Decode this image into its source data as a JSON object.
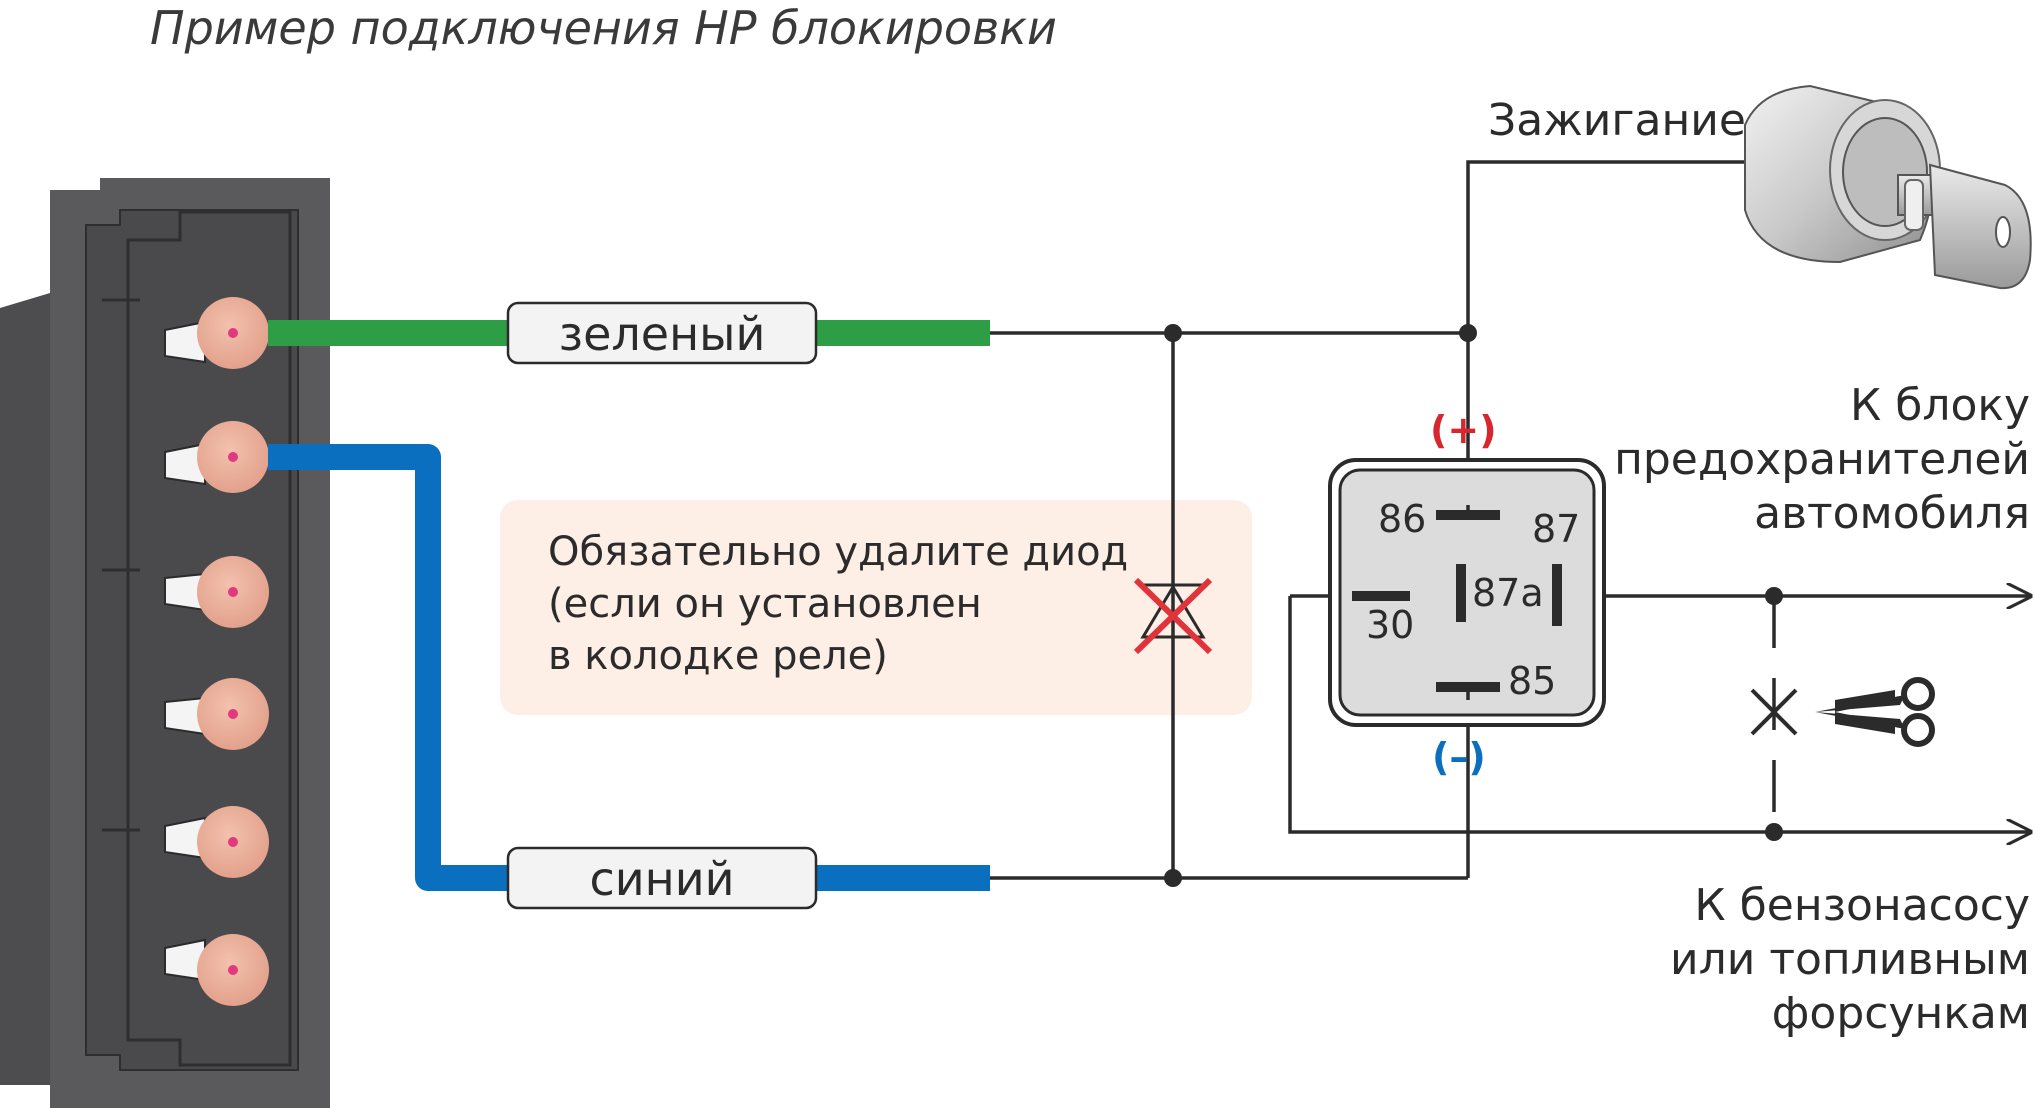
{
  "title": "Пример подключения НР блокировки",
  "wires": {
    "green_label": "зеленый",
    "blue_label": "синий",
    "green_color": "#2e9e46",
    "blue_color": "#0a6fbe"
  },
  "note": {
    "line1": "Обязательно удалите диод",
    "line2": "(если он установлен",
    "line3": "в колодке реле)",
    "background": "#fdeee6"
  },
  "ignition_label": "Зажигание",
  "relay": {
    "pin86": "86",
    "pin87": "87",
    "pin87a": "87a",
    "pin30": "30",
    "pin85": "85",
    "plus_mark": "(+)",
    "minus_mark": "(–)",
    "plus_color": "#d6262e",
    "minus_color": "#0a6fbe"
  },
  "fuse_block_label": {
    "line1": "К блоку",
    "line2": "предохранителей",
    "line3": "автомобиля"
  },
  "pump_label": {
    "line1": "К бензонасосу",
    "line2": "или топливным",
    "line3": "форсункам"
  },
  "icons": [
    "connector-block",
    "ignition-key-icon",
    "scissors-icon",
    "diode-removed-icon"
  ]
}
